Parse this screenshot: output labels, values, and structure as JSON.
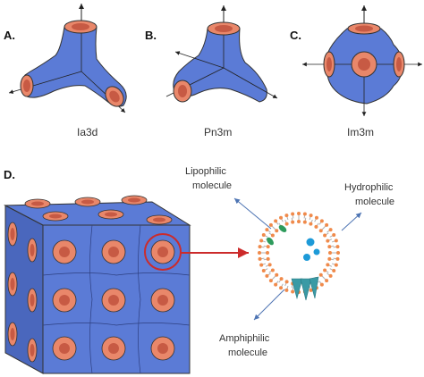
{
  "panels": {
    "a": {
      "letter": "A.",
      "label": "Ia3d"
    },
    "b": {
      "letter": "B.",
      "label": "Pn3m"
    },
    "c": {
      "letter": "C.",
      "label": "Im3m"
    },
    "d": {
      "letter": "D."
    }
  },
  "vesicle_labels": {
    "lipophilic": [
      "Lipophilic",
      "molecule"
    ],
    "hydrophilic": [
      "Hydrophilic",
      "molecule"
    ],
    "amphiphilic": [
      "Amphiphilic",
      "molecule"
    ]
  },
  "colors": {
    "cube_body": "#5b7bd6",
    "tube_outer": "#e9876a",
    "tube_inner": "#c75a44",
    "outline": "#333333",
    "highlight_circle": "#cc2b2b",
    "arrow_red": "#cc2b2b",
    "arrow_blue": "#4d74b3",
    "vesicle_head": "#f08a4b",
    "vesicle_tail": "#b0b0b0",
    "hydrophilic_dot": "#1d9ad8",
    "lipophilic_marker": "#2e9b5c",
    "amphiphilic_marker": "#3a9aa5"
  }
}
